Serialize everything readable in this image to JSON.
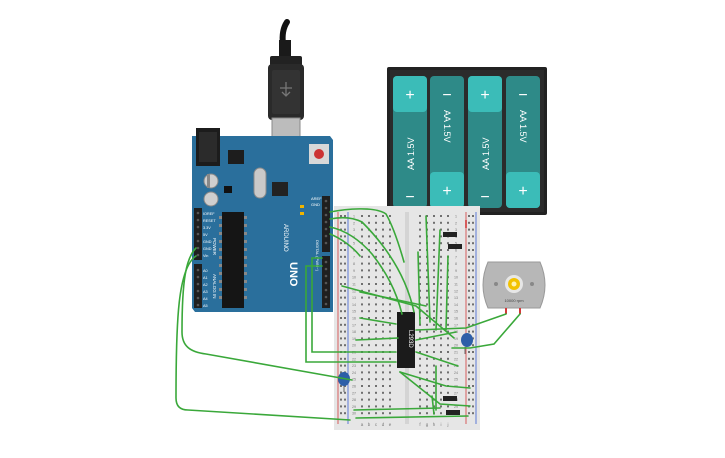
{
  "colors": {
    "arduino_board": "#2a6f9c",
    "arduino_header": "#1f1f1f",
    "battery_body": "#2e8a88",
    "battery_cap": "#3bbcb8",
    "battery_holder": "#222222",
    "breadboard": "#e6e6e6",
    "wire_green": "#3aa83a",
    "wire_red": "#d23a3a",
    "capacitor": "#2d5ea8",
    "motor_body": "#b7b7b7",
    "motor_shaft": "#f2c200"
  },
  "arduino": {
    "logo_text": "ARDUINO",
    "model_text": "UNO",
    "aref_label": "AREF",
    "gnd_label": "GND",
    "reset_label": "RESET",
    "power_label": "POWER",
    "analog_label": "ANALOG IN",
    "digital_label": "DIGITAL (PWM~)",
    "left_pins": [
      "IOREF",
      "RESET",
      "3.3V",
      "5V",
      "GND",
      "GND",
      "Vin"
    ],
    "analog_pins": [
      "A0",
      "A1",
      "A2",
      "A3",
      "A4",
      "A5"
    ],
    "icons": [
      "usb-cable-icon",
      "power-jack-icon",
      "reset-button-icon"
    ]
  },
  "battery_pack": {
    "cells": [
      {
        "label": "AA 1.5V",
        "top_sign": "+",
        "bottom_sign": "−"
      },
      {
        "label": "AA 1.5V",
        "top_sign": "−",
        "bottom_sign": "+"
      },
      {
        "label": "AA 1.5V",
        "top_sign": "+",
        "bottom_sign": "−"
      },
      {
        "label": "AA 1.5V",
        "top_sign": "−",
        "bottom_sign": "+"
      }
    ]
  },
  "breadboard": {
    "column_letters": [
      "a",
      "b",
      "c",
      "d",
      "e",
      "f",
      "g",
      "h",
      "i",
      "j"
    ],
    "row_numbers": [
      "1",
      "2",
      "3",
      "4",
      "5",
      "6",
      "7",
      "8",
      "9",
      "10",
      "11",
      "12",
      "13",
      "14",
      "15",
      "16",
      "17",
      "18",
      "19",
      "20",
      "21",
      "22",
      "23",
      "24",
      "25",
      "26",
      "27",
      "28",
      "29",
      "30"
    ]
  },
  "chip": {
    "label": "L293D"
  },
  "motor": {
    "label": "10000 rpm"
  }
}
